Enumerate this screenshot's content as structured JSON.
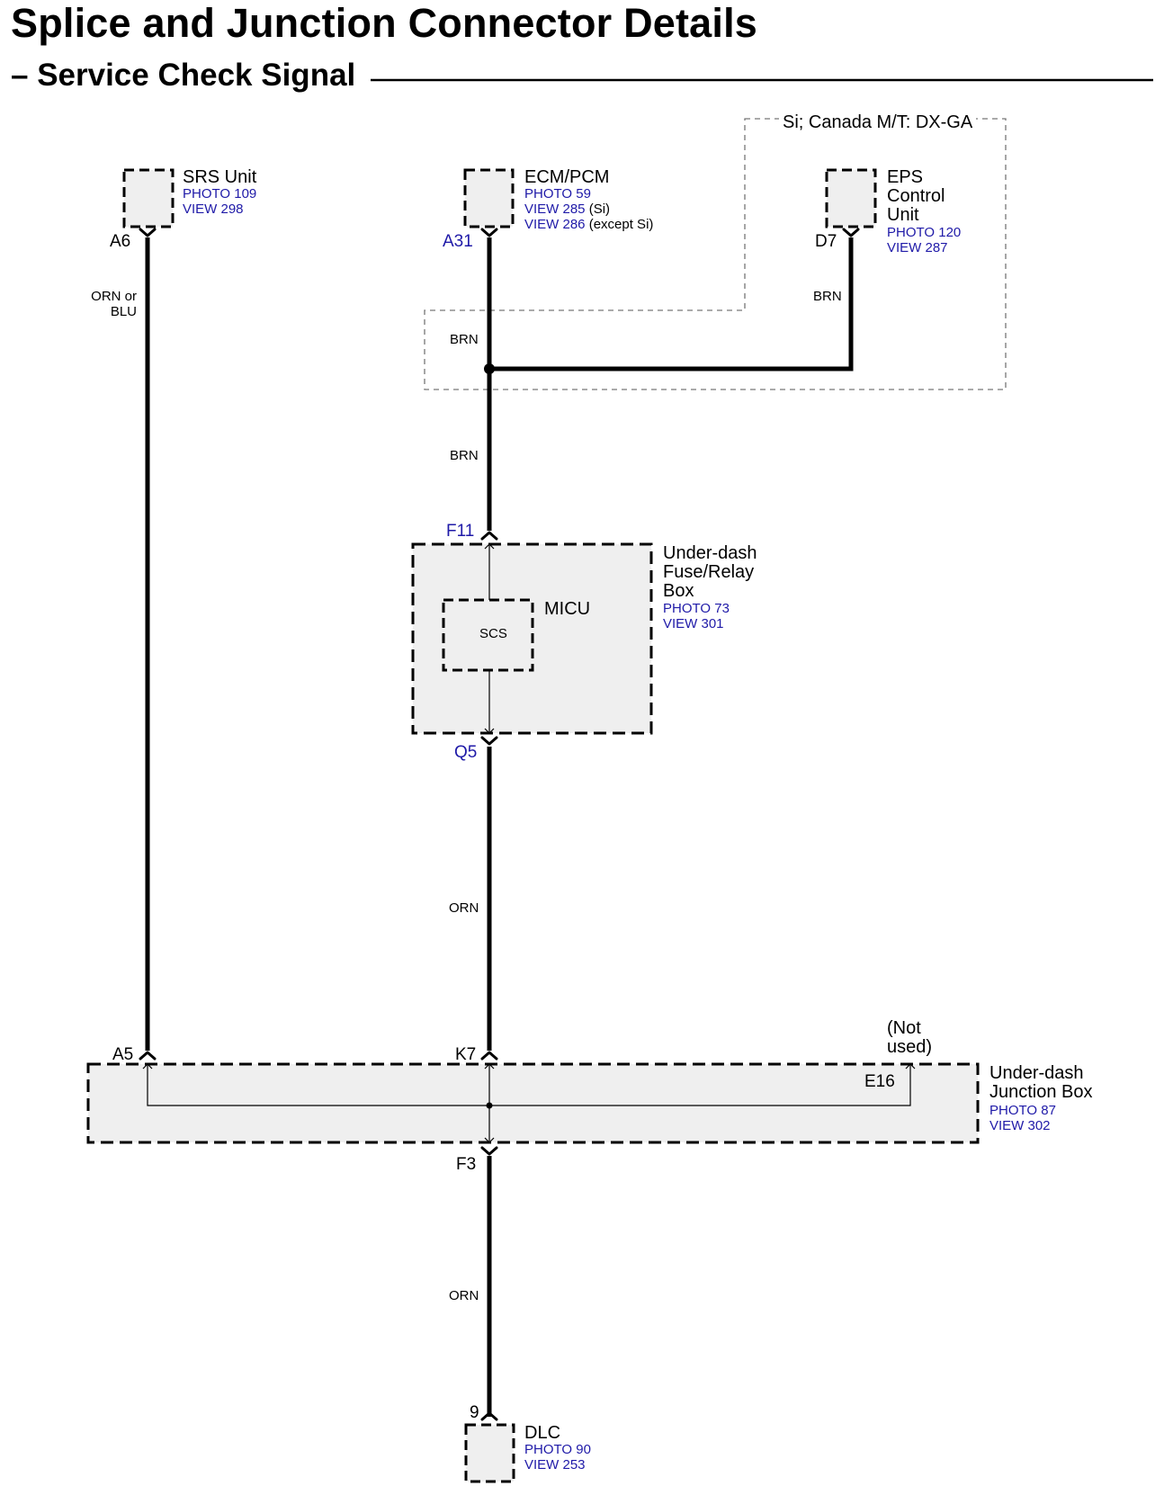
{
  "title": "Splice and Junction Connector Details",
  "subtitle": "– Service Check Signal",
  "option_label": "Si; Canada M/T: DX-GA",
  "components": {
    "srs": {
      "name": "SRS Unit",
      "photo": "PHOTO 109",
      "view": "VIEW 298",
      "pin": "A6"
    },
    "ecm": {
      "name": "ECM/PCM",
      "photo": "PHOTO 59",
      "view1": "VIEW 285",
      "view1_note": "(Si)",
      "view2": "VIEW 286",
      "view2_note": "(except Si)",
      "pin": "A31"
    },
    "eps": {
      "name_line1": "EPS",
      "name_line2": "Control",
      "name_line3": "Unit",
      "photo": "PHOTO 120",
      "view": "VIEW 287",
      "pin": "D7"
    },
    "fuse_box": {
      "name_line1": "Under-dash",
      "name_line2": "Fuse/Relay",
      "name_line3": "Box",
      "photo": "PHOTO 73",
      "view": "VIEW 301",
      "pin_top": "F11",
      "pin_bottom": "Q5",
      "micu": "MICU",
      "scs": "SCS"
    },
    "junction_box": {
      "name_line1": "Under-dash",
      "name_line2": "Junction Box",
      "photo": "PHOTO 87",
      "view": "VIEW 302",
      "pin_left": "A5",
      "pin_mid": "K7",
      "pin_right": "E16",
      "pin_bottom": "F3",
      "not_used_line1": "(Not",
      "not_used_line2": "used)"
    },
    "dlc": {
      "name": "DLC",
      "photo": "PHOTO 90",
      "view": "VIEW 253",
      "pin": "9"
    }
  },
  "wires": {
    "srs_color_line1": "ORN or",
    "srs_color_line2": "BLU",
    "ecm_upper": "BRN",
    "eps": "BRN",
    "ecm_lower": "BRN",
    "fuse_to_junction": "ORN",
    "junction_to_dlc": "ORN"
  }
}
